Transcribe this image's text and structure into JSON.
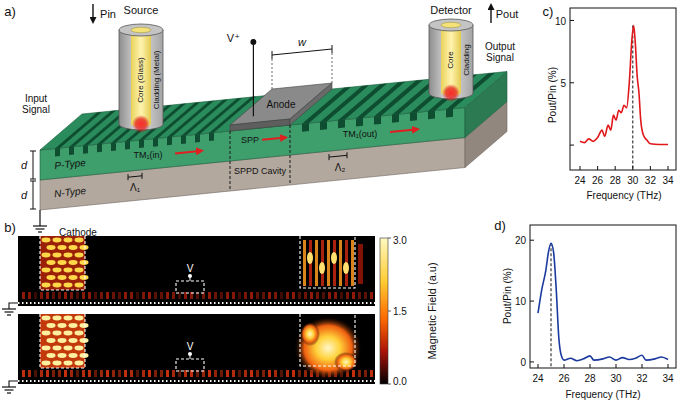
{
  "diagram": {
    "nodes": [
      {
        "text": [
          "Anode"
        ]
      }
    ],
    "labels": [
      "a)",
      "Source",
      "Pin",
      "Detector",
      "Pout",
      "Input Signal",
      "Output Signal",
      "Core (Glass)",
      "Cladding (Metal)",
      "Core",
      "Cladding",
      "V⁺",
      "w",
      "d",
      "d",
      "P-Type",
      "N-Type",
      "Λ₁",
      "TM₁(in)",
      "SPP",
      "SPPD Cavity",
      "Λ₂",
      "TM₁(out)",
      "Cathode",
      "b)",
      "V",
      "V",
      "3.0",
      "1.5",
      "0.0",
      "Magnetic Field (a.u)",
      "c)",
      "10",
      "5",
      "24",
      "26",
      "28",
      "30",
      "32",
      "34",
      "Pout/Pin (%)",
      "Frequency (THz)",
      "d)",
      "20",
      "10",
      "0",
      "24",
      "26",
      "28",
      "30",
      "32",
      "34",
      "Pout/Pin (%)",
      "Frequency (THz)"
    ]
  }
}
